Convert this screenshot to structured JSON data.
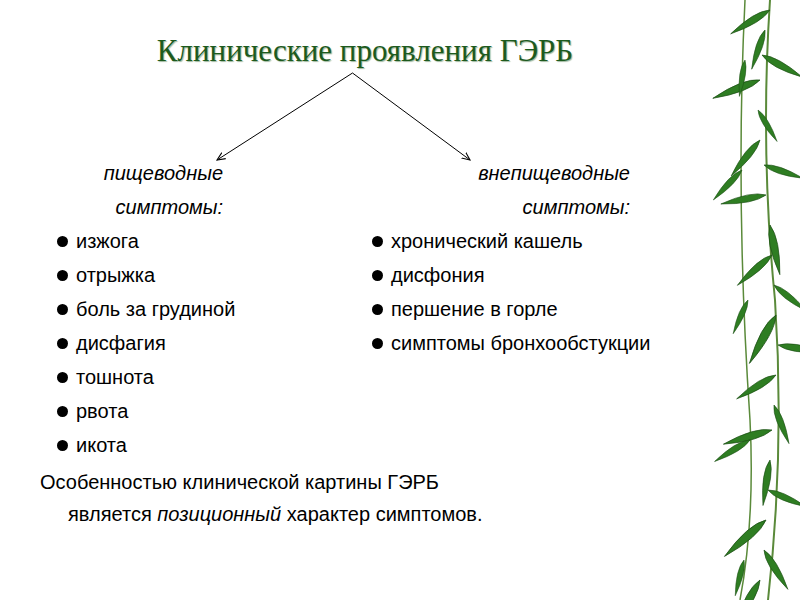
{
  "diagram": {
    "nodes": [
      {
        "text": [
          "Клинические проявления ГЭРБ"
        ]
      },
      {
        "text": [
          "пищеводные симптомы:",
          "изжога",
          "отрыжка",
          "боль за грудиной",
          "дисфагия",
          "тошнота",
          "рвота",
          "икота"
        ]
      },
      {
        "text": [
          "внепищеводные симптомы:",
          "хронический кашель",
          "дисфония",
          "першение в горле",
          "симптомы бронхообстукции"
        ]
      }
    ],
    "edges": [
      {
        "from": 0,
        "to": 1,
        "arrow": "to"
      },
      {
        "from": 0,
        "to": 2,
        "arrow": "to"
      }
    ],
    "labels": [
      "Особенностью клинической картины ГЭРБ является",
      "позиционный",
      "характер симптомов."
    ]
  }
}
